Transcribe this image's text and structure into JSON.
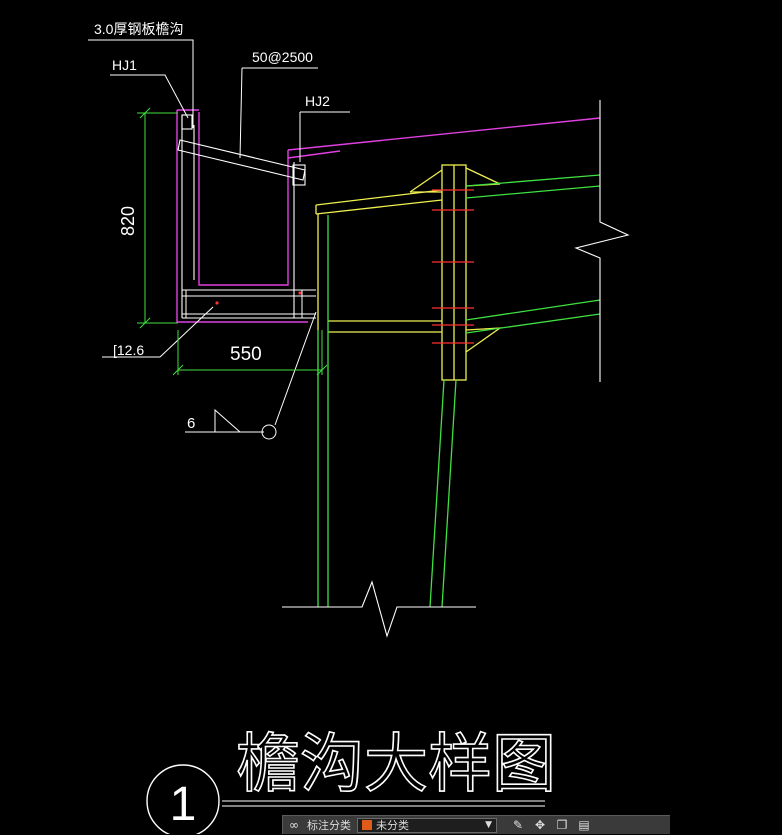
{
  "drawing": {
    "label_gutter": "3.0厚钢板檐沟",
    "label_spacing": "50@2500",
    "label_hj1": "HJ1",
    "label_hj2": "HJ2",
    "dim_height": "820",
    "dim_width": "550",
    "label_channel": "[12.6",
    "weld_size": "6",
    "title": "檐沟大样图",
    "detail_number": "1"
  },
  "toolbar": {
    "category_label": "标注分类",
    "category_value": "未分类"
  },
  "colors": {
    "magenta": "#e040e0",
    "yellow": "#f0f050",
    "green": "#40e040",
    "white": "#ffffff",
    "red": "#ff3030",
    "swatch": "#e05a1a"
  }
}
